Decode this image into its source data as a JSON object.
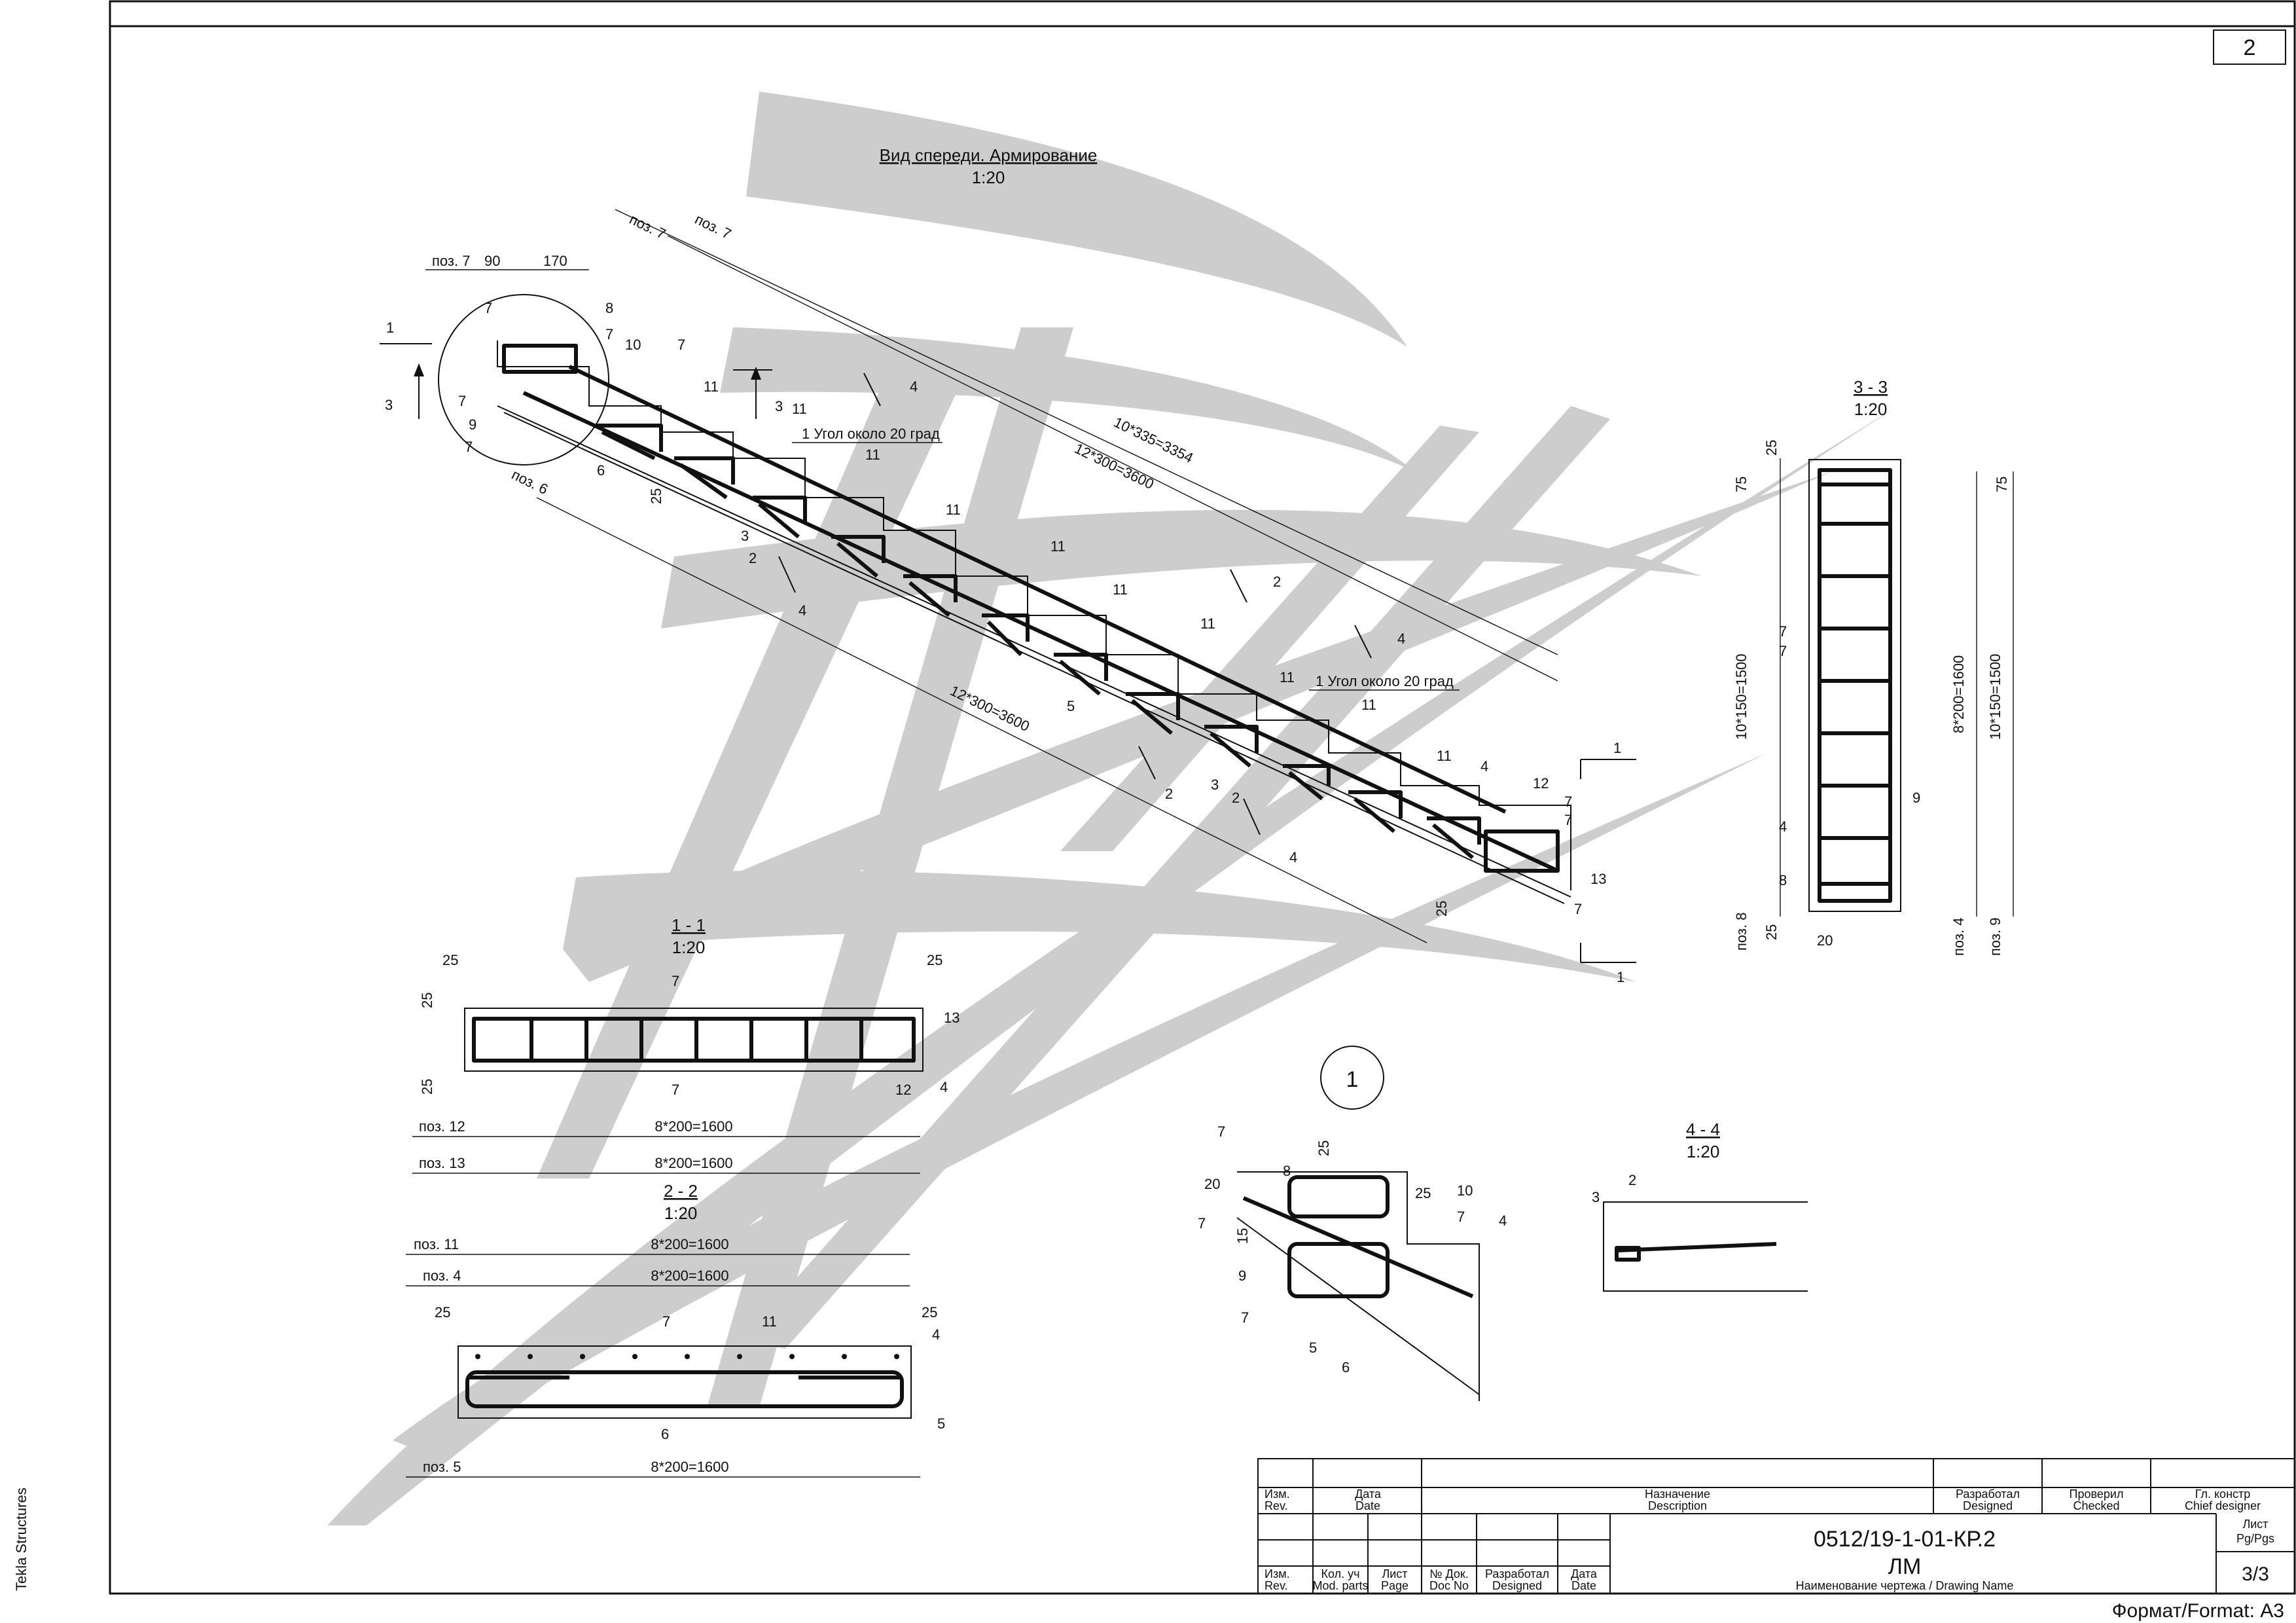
{
  "sheet_number": "2",
  "side_label": "Tekla Structures",
  "front_view": {
    "title": "Вид спереди. Армирование",
    "scale": "1:20",
    "angle_note_a": "1 Угол около 20 град",
    "angle_note_b": "1 Угол около 20 град",
    "dim_top": "10*335=3354",
    "dim_mid": "12*300=3600",
    "dim_bottom": "12*300=3600",
    "dim_90": "90",
    "dim_170": "170",
    "dim_25": "25",
    "poz7": "поз. 7",
    "poz6": "поз. 6",
    "section_labels": [
      "1",
      "2",
      "3",
      "4"
    ],
    "marks": [
      "1",
      "2",
      "3",
      "4",
      "5",
      "6",
      "7",
      "8",
      "9",
      "10",
      "11",
      "12",
      "13"
    ]
  },
  "section_3_3": {
    "title": "3 - 3",
    "scale": "1:20",
    "dim_left": "10*150=1500",
    "dim_right_a": "8*200=1600",
    "dim_right_b": "10*150=1500",
    "dim_75": "75",
    "dim_25": "25",
    "dim_20": "20",
    "poz8": "поз. 8",
    "poz4": "поз. 4",
    "poz9": "поз. 9"
  },
  "section_1_1": {
    "title": "1 - 1",
    "scale": "1:20",
    "dim_25": "25",
    "poz12": "поз. 12",
    "poz13": "поз. 13",
    "dim_run": "8*200=1600"
  },
  "section_2_2": {
    "title": "2 - 2",
    "scale": "1:20",
    "poz11": "поз. 11",
    "poz4": "поз. 4",
    "poz5": "поз. 5",
    "dim_run": "8*200=1600",
    "dim_25": "25"
  },
  "detail_1": {
    "callout": "1",
    "dim_25": "25",
    "dim_20": "20",
    "dim_15": "15"
  },
  "section_4_4": {
    "title": "4 - 4",
    "scale": "1:20"
  },
  "title_block": {
    "rev_ru": "Изм.",
    "rev_en": "Rev.",
    "date_ru": "Дата",
    "date_en": "Date",
    "desc_ru": "Назначение",
    "desc_en": "Description",
    "designed_ru": "Разработал",
    "designed_en": "Designed",
    "checked_ru": "Проверил",
    "checked_en": "Checked",
    "chief_ru": "Гл. констр",
    "chief_en": "Chief designer",
    "modparts_ru": "Кол. уч",
    "modparts_en": "Mod. parts",
    "page_ru": "Лист",
    "page_en": "Page",
    "docno_ru": "№ Док.",
    "docno_en": "Doc No",
    "designed2_ru": "Разработал",
    "designed2_en": "Designed",
    "date2_ru": "Дата",
    "date2_en": "Date",
    "doc_code": "0512/19-1-01-КР.2",
    "doc_name": "ЛМ",
    "drawing_name_caption": "Наименование чертежа / Drawing Name",
    "pg_ru": "Лист",
    "pg_en": "Pg/Pgs",
    "pg_value": "3/3",
    "format": "Формат/Format: А3"
  }
}
